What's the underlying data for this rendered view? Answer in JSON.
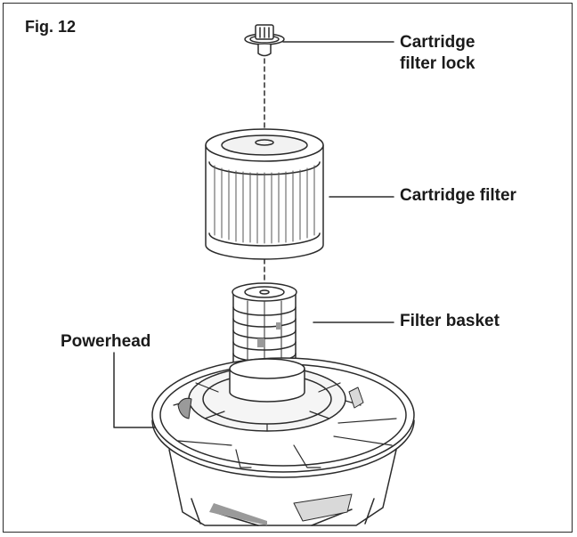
{
  "figure": {
    "title": "Fig. 12"
  },
  "callouts": {
    "cartridge_filter_lock": [
      "Cartridge",
      "filter lock"
    ],
    "cartridge_filter": "Cartridge filter",
    "filter_basket": "Filter basket",
    "powerhead": "Powerhead"
  },
  "colors": {
    "line": "#2b2b2b",
    "shade": "#d9d9d9",
    "dark_shade": "#9a9a9a"
  }
}
